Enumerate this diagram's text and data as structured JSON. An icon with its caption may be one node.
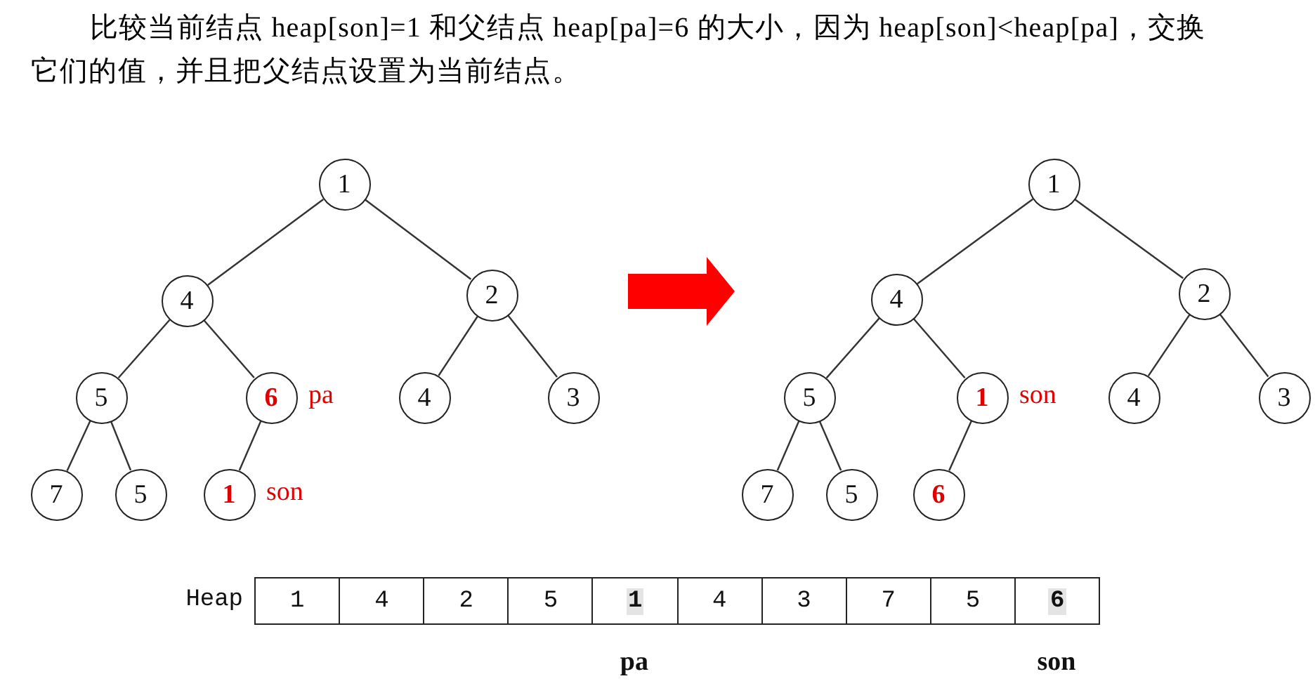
{
  "diagram": {
    "nodes": [
      {
        "text": [
          "1"
        ]
      },
      {
        "text": [
          "4"
        ]
      },
      {
        "text": [
          "2"
        ]
      },
      {
        "text": [
          "5"
        ]
      },
      {
        "text": [
          "6"
        ],
        "beside": [
          "pa"
        ]
      },
      {
        "text": [
          "4"
        ]
      },
      {
        "text": [
          "3"
        ]
      },
      {
        "text": [
          "7"
        ]
      },
      {
        "text": [
          "5"
        ]
      },
      {
        "text": [
          "1"
        ],
        "beside": [
          "son"
        ]
      },
      {
        "text": [
          "1"
        ]
      },
      {
        "text": [
          "4"
        ]
      },
      {
        "text": [
          "2"
        ]
      },
      {
        "text": [
          "5"
        ]
      },
      {
        "text": [
          "1"
        ],
        "beside": [
          "son"
        ]
      },
      {
        "text": [
          "4"
        ]
      },
      {
        "text": [
          "3"
        ]
      },
      {
        "text": [
          "7"
        ]
      },
      {
        "text": [
          "5"
        ]
      },
      {
        "text": [
          "6"
        ]
      }
    ],
    "edges": [
      {
        "from": 0,
        "to": 1,
        "arrow": "none"
      },
      {
        "from": 0,
        "to": 2,
        "arrow": "none"
      },
      {
        "from": 1,
        "to": 3,
        "arrow": "none"
      },
      {
        "from": 1,
        "to": 4,
        "arrow": "none"
      },
      {
        "from": 2,
        "to": 5,
        "arrow": "none"
      },
      {
        "from": 2,
        "to": 6,
        "arrow": "none"
      },
      {
        "from": 3,
        "to": 7,
        "arrow": "none"
      },
      {
        "from": 3,
        "to": 8,
        "arrow": "none"
      },
      {
        "from": 4,
        "to": 9,
        "arrow": "none"
      },
      {
        "from": 10,
        "to": 11,
        "arrow": "none"
      },
      {
        "from": 10,
        "to": 12,
        "arrow": "none"
      },
      {
        "from": 11,
        "to": 13,
        "arrow": "none"
      },
      {
        "from": 11,
        "to": 14,
        "arrow": "none"
      },
      {
        "from": 12,
        "to": 15,
        "arrow": "none"
      },
      {
        "from": 12,
        "to": 16,
        "arrow": "none"
      },
      {
        "from": 13,
        "to": 17,
        "arrow": "none"
      },
      {
        "from": 13,
        "to": 18,
        "arrow": "none"
      },
      {
        "from": 14,
        "to": 19,
        "arrow": "none"
      }
    ],
    "labels": [
      "比较当前结点 heap[son]=1 和父结点 heap[pa]=6 的大小，因为 heap[son]<heap[pa]，交换它们的值，并且把父结点设置为当前结点。",
      "Heap",
      "1",
      "4",
      "2",
      "5",
      "1",
      "4",
      "3",
      "7",
      "5",
      "6",
      "pa",
      "son"
    ]
  }
}
